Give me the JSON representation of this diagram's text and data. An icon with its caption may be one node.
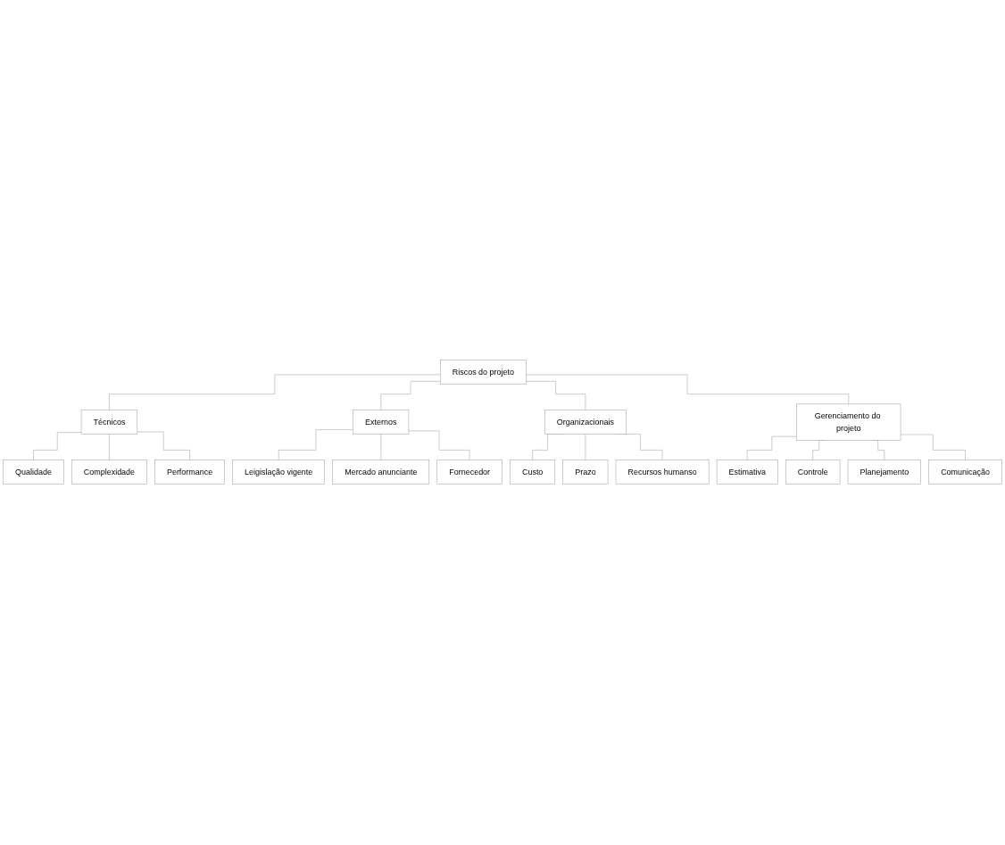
{
  "diagram": {
    "nodes": [
      {
        "text": [
          "Riscos do projeto"
        ]
      },
      {
        "text": [
          "Técnicos"
        ]
      },
      {
        "text": [
          "Externos"
        ]
      },
      {
        "text": [
          "Organizacionais"
        ]
      },
      {
        "text": [
          "Gerenciamento do projeto"
        ]
      },
      {
        "text": [
          "Qualidade"
        ]
      },
      {
        "text": [
          "Complexidade"
        ]
      },
      {
        "text": [
          "Performance"
        ]
      },
      {
        "text": [
          "Leigislação vigente"
        ]
      },
      {
        "text": [
          "Mercado anunciante"
        ]
      },
      {
        "text": [
          "Fornecedor"
        ]
      },
      {
        "text": [
          "Custo"
        ]
      },
      {
        "text": [
          "Prazo"
        ]
      },
      {
        "text": [
          "Recursos humanso"
        ]
      },
      {
        "text": [
          "Estimativa"
        ]
      },
      {
        "text": [
          "Controle"
        ]
      },
      {
        "text": [
          "Planejamento"
        ]
      },
      {
        "text": [
          "Comunicação"
        ]
      }
    ],
    "edges": [
      {
        "from": 0,
        "to": 1,
        "arrow": "none"
      },
      {
        "from": 0,
        "to": 2,
        "arrow": "none"
      },
      {
        "from": 0,
        "to": 3,
        "arrow": "none"
      },
      {
        "from": 0,
        "to": 4,
        "arrow": "none"
      },
      {
        "from": 1,
        "to": 5,
        "arrow": "none"
      },
      {
        "from": 1,
        "to": 6,
        "arrow": "none"
      },
      {
        "from": 1,
        "to": 7,
        "arrow": "none"
      },
      {
        "from": 2,
        "to": 8,
        "arrow": "none"
      },
      {
        "from": 2,
        "to": 9,
        "arrow": "none"
      },
      {
        "from": 2,
        "to": 10,
        "arrow": "none"
      },
      {
        "from": 3,
        "to": 11,
        "arrow": "none"
      },
      {
        "from": 3,
        "to": 12,
        "arrow": "none"
      },
      {
        "from": 3,
        "to": 13,
        "arrow": "none"
      },
      {
        "from": 4,
        "to": 14,
        "arrow": "none"
      },
      {
        "from": 4,
        "to": 15,
        "arrow": "none"
      },
      {
        "from": 4,
        "to": 16,
        "arrow": "none"
      },
      {
        "from": 4,
        "to": 17,
        "arrow": "none"
      }
    ]
  }
}
